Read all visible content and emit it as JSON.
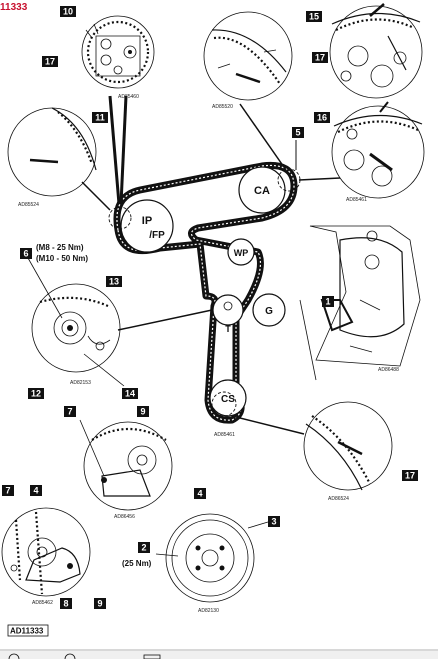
{
  "header": {
    "ref_top": "11333",
    "ref_bottom": "AD11333"
  },
  "pulleys": {
    "ipfp_line1": "IP",
    "ipfp_line2": "/FP",
    "ca": "CA",
    "wp": "WP",
    "g": "G",
    "t": "T",
    "cs": "CS"
  },
  "torques": {
    "tensioner_m8": "(M8 - 25 Nm)",
    "tensioner_m10": "(M10 - 50 Nm)",
    "crank_bolt": "(25 Nm)"
  },
  "detail_codes": {
    "d10": "AD85460",
    "d15": "AD85520",
    "d17l": "AD85524",
    "d16": "AD85461",
    "d13": "AD82153",
    "d1": "AD86488",
    "d7": "AD86456",
    "d3": "AD82130",
    "d7b": "AD85462",
    "d17r": "AD86524",
    "cs": "AD85461"
  },
  "callouts": {
    "c1": "1",
    "c2": "2",
    "c3": "3",
    "c4a": "4",
    "c4b": "4",
    "c5": "5",
    "c6": "6",
    "c7a": "7",
    "c7b": "7",
    "c8": "8",
    "c9a": "9",
    "c9b": "9",
    "c10": "10",
    "c11": "11",
    "c12": "12",
    "c13": "13",
    "c14": "14",
    "c15": "15",
    "c16": "16",
    "c17a": "17",
    "c17b": "17",
    "c17c": "17"
  }
}
